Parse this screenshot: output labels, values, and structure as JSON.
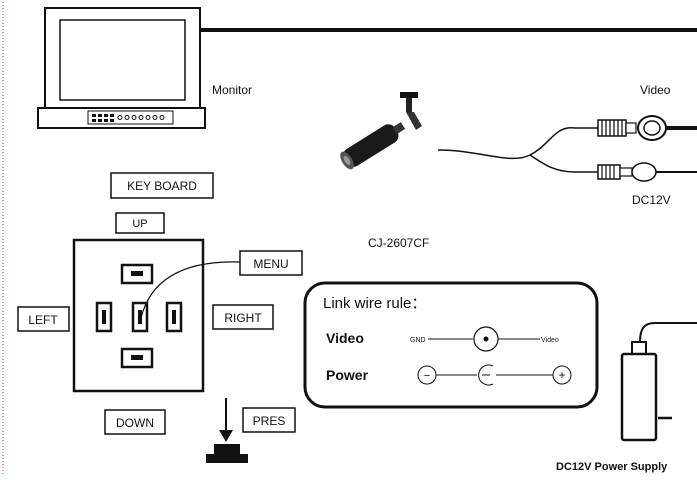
{
  "labels": {
    "monitor": "Monitor",
    "video_top": "Video",
    "camera_model": "CJ-2607CF",
    "dc12v": "DC12V",
    "power_supply": "DC12V  Power Supply"
  },
  "keyboard": {
    "title": "KEY BOARD",
    "up": "UP",
    "down": "DOWN",
    "left": "LEFT",
    "right": "RIGHT",
    "menu": "MENU",
    "press": "PRES"
  },
  "link_rule": {
    "title": "Link wire rule：",
    "video_label": "Video",
    "power_label": "Power",
    "gnd": "GND",
    "video_end": "Video",
    "minus": "−",
    "plus": "+"
  },
  "colors": {
    "line": "#111111",
    "dotted_border": "#c0392b"
  }
}
